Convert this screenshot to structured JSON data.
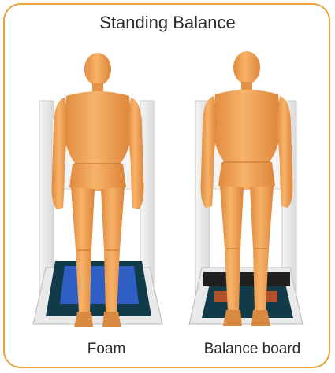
{
  "title": "Standing Balance",
  "panels": [
    {
      "label": "Foam"
    },
    {
      "label": "Balance board"
    }
  ],
  "colors": {
    "border": "#e8a33d",
    "skin": "#f2a65a",
    "skin_shadow": "#d9843a",
    "chair": "#eeeeee",
    "chair_edge": "#bdbdbd",
    "mat_dark": "#123b4a",
    "foam": "#2f5fc4",
    "board": "#1f1f1f",
    "board_feet": "#b5502d"
  }
}
